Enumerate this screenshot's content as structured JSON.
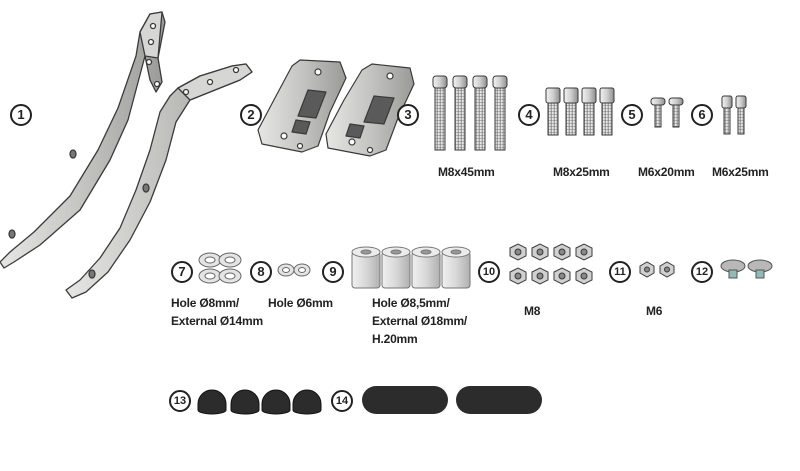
{
  "parts": [
    {
      "number": "1"
    },
    {
      "number": "2"
    },
    {
      "number": "3",
      "label": "M8x45mm"
    },
    {
      "number": "4",
      "label": "M8x25mm"
    },
    {
      "number": "5",
      "label": "M6x20mm"
    },
    {
      "number": "6",
      "label": "M6x25mm"
    },
    {
      "number": "7",
      "label_lines": [
        "Hole Ø8mm/",
        "External Ø14mm"
      ]
    },
    {
      "number": "8",
      "label": "Hole Ø6mm"
    },
    {
      "number": "9",
      "label_lines": [
        "Hole Ø8,5mm/",
        "External Ø18mm/",
        "H.20mm"
      ]
    },
    {
      "number": "10",
      "label": "M8"
    },
    {
      "number": "11",
      "label": "M6"
    },
    {
      "number": "12"
    },
    {
      "number": "13"
    },
    {
      "number": "14"
    }
  ],
  "colors": {
    "metal": "#c9c9c7",
    "metal_dark": "#8d8d8b",
    "outline": "#3a3a3a",
    "rubber": "#2c2c2c",
    "spacer": "#dcdcdc"
  }
}
